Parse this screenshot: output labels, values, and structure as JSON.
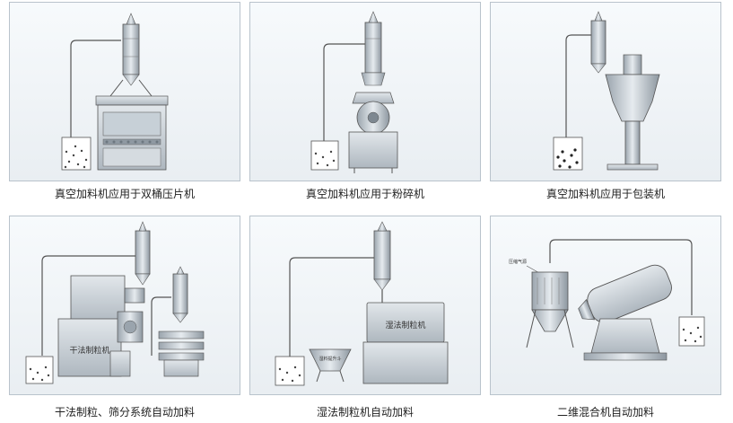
{
  "panels": [
    {
      "caption": "真空加料机应用于双桶压片机"
    },
    {
      "caption": "真空加料机应用于粉碎机"
    },
    {
      "caption": "真空加料机应用于包装机"
    },
    {
      "caption": "干法制粒、筛分系统自动加料",
      "machine_label": "干法制粒机"
    },
    {
      "caption": "湿法制粒机自动加料",
      "machine_label": "湿法制粒机",
      "hopper_label": "湿料提升斗"
    },
    {
      "caption": "二维混合机自动加料",
      "small_label": "压缩气源"
    }
  ]
}
